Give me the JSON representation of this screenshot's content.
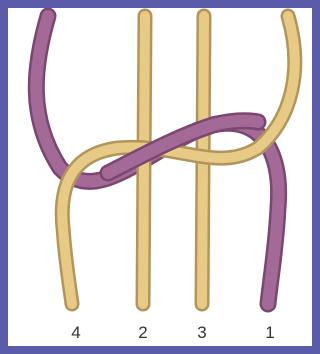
{
  "colors": {
    "border": "#5b5ca9",
    "background": "#ffffff",
    "cord_core": "#e6ca86",
    "cord_core_shade": "#b3955b",
    "cord_working": "#a46a97",
    "cord_working_shade": "#7b4670"
  },
  "cord_labels": [
    "4",
    "2",
    "3",
    "1"
  ]
}
